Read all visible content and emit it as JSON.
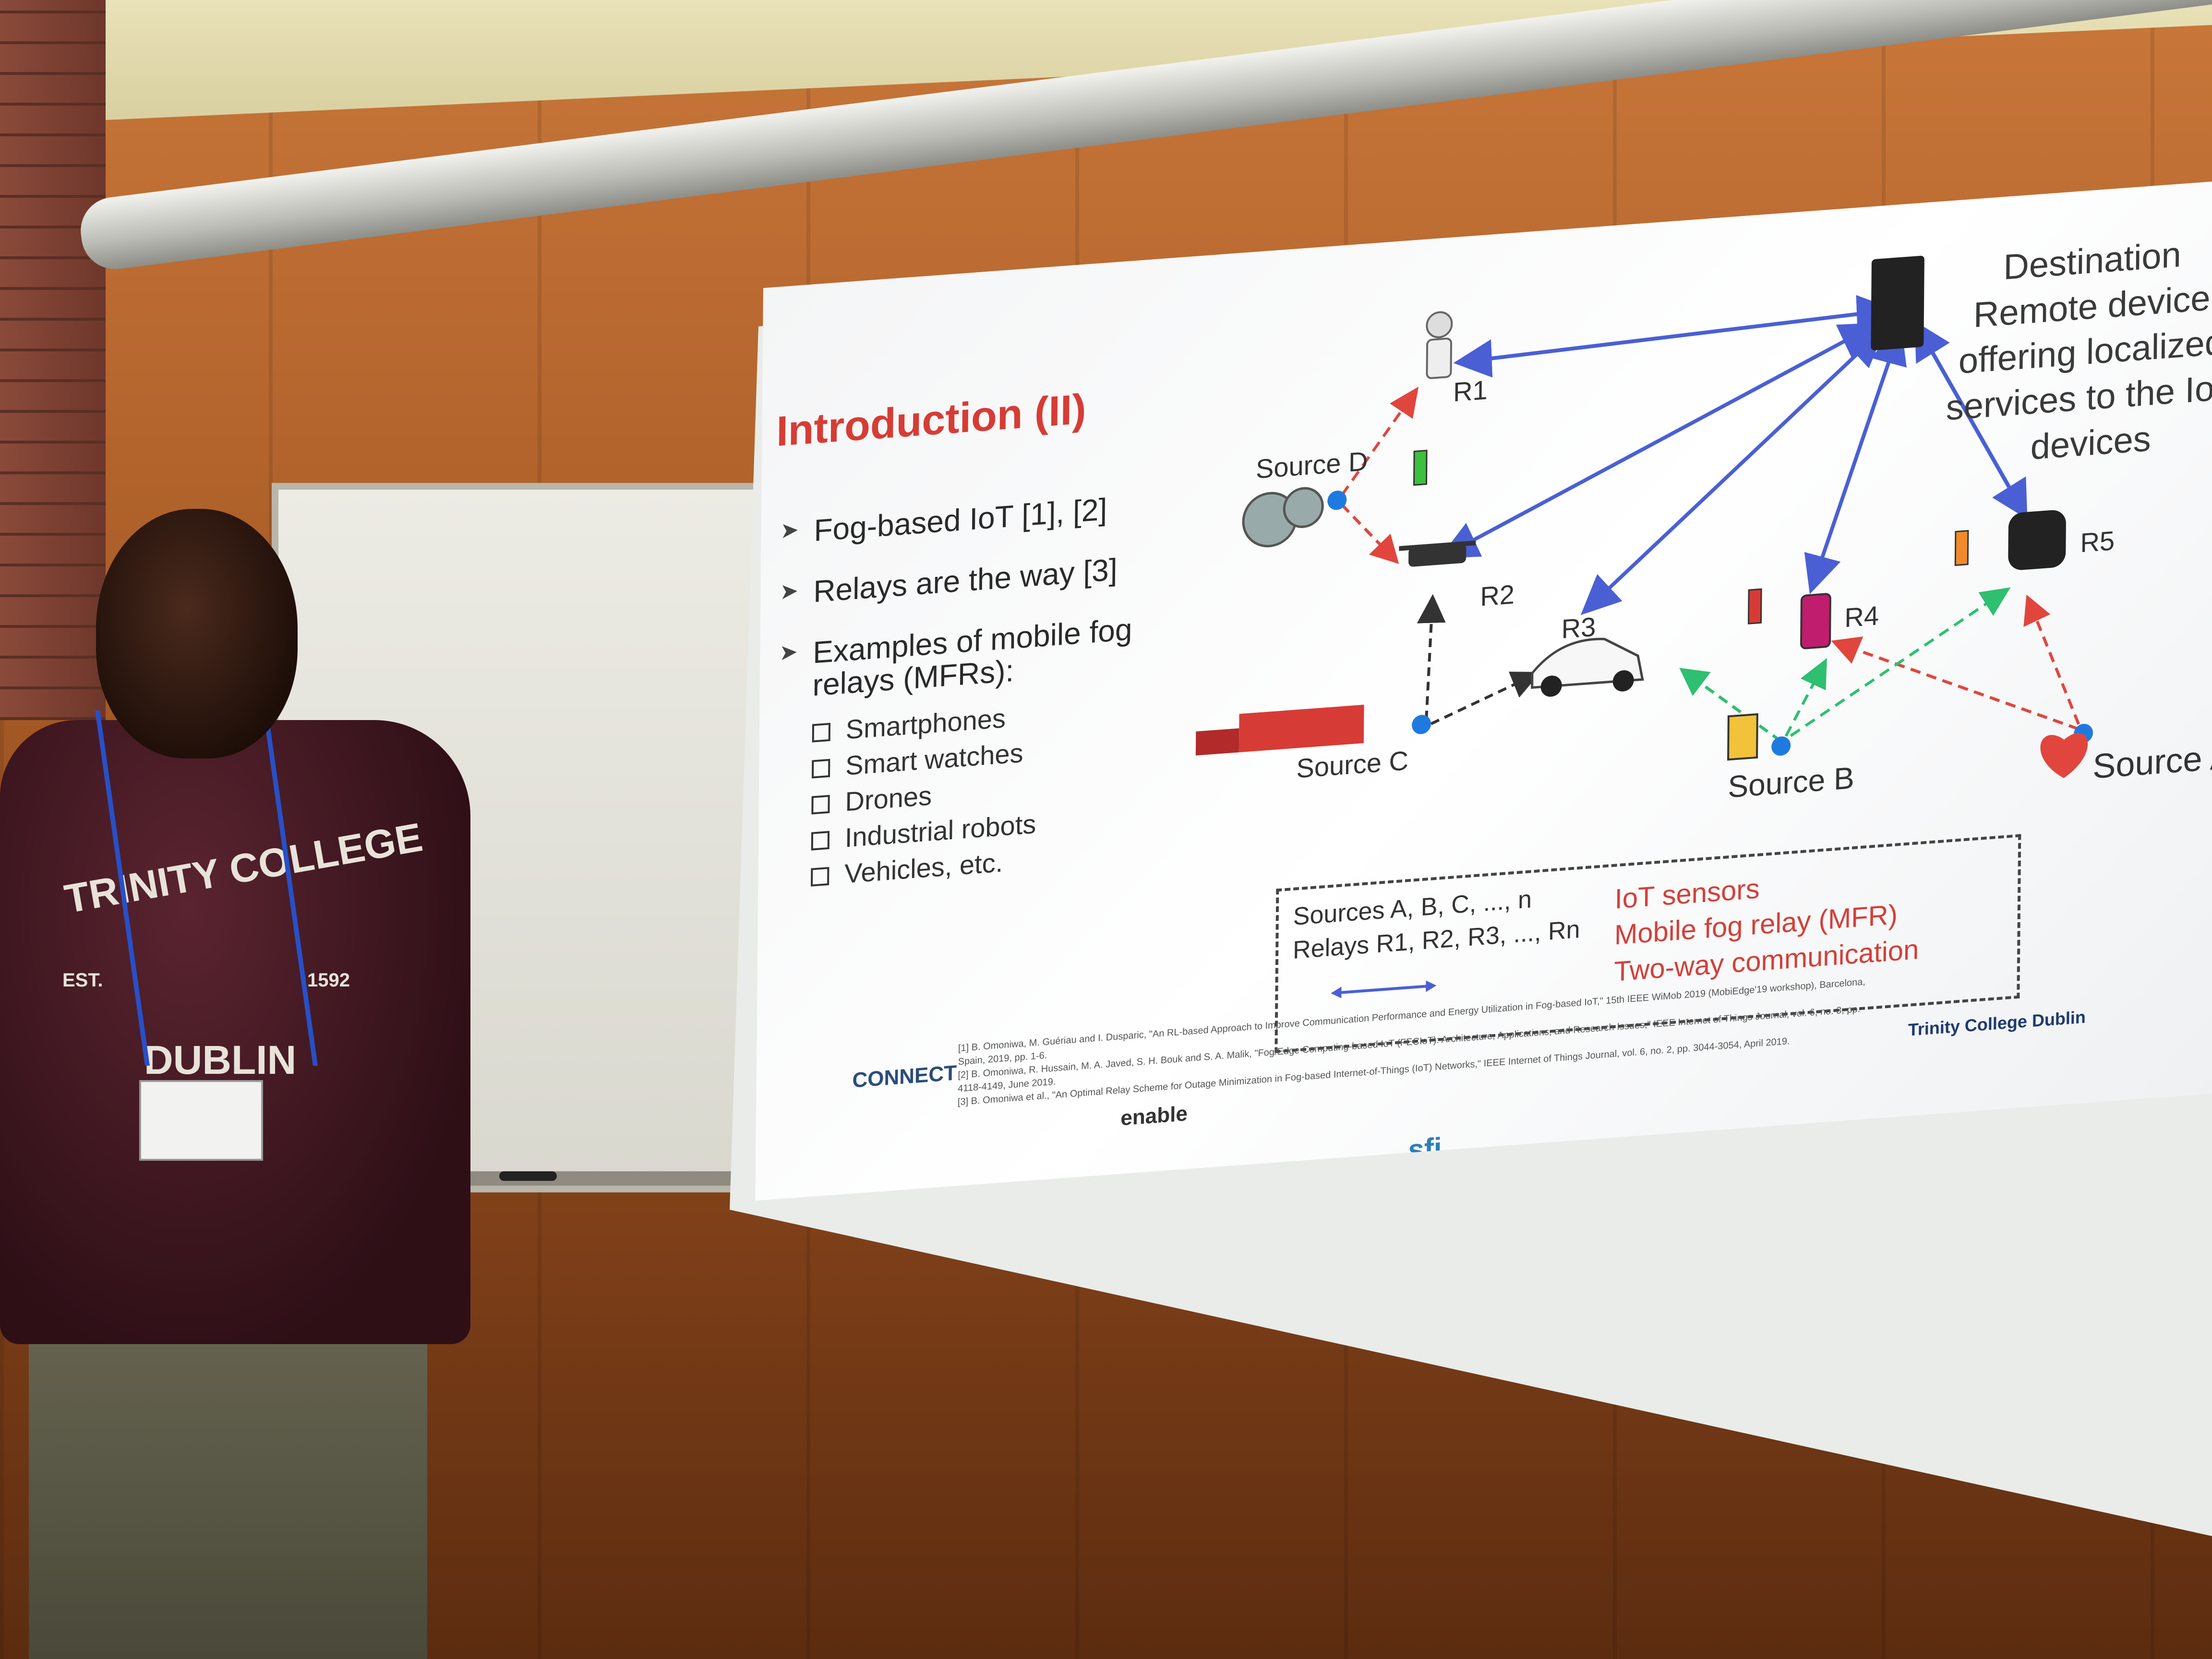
{
  "slide": {
    "title": "Introduction (II)",
    "bullets": [
      "Fog-based IoT [1], [2]",
      "Relays are the way [3]",
      "Examples of mobile fog relays (MFRs):"
    ],
    "subitems": [
      "Smartphones",
      "Smart watches",
      "Drones",
      "Industrial robots",
      "Vehicles, etc."
    ]
  },
  "diagram": {
    "destination_text": "Destination Remote device offering localized services to the IoT devices",
    "relays": [
      "R1",
      "R2",
      "R3",
      "R4",
      "R5"
    ],
    "sources": [
      "Source D",
      "Source C",
      "Source B",
      "Source A"
    ]
  },
  "legend": {
    "sources": "Sources A, B, C, ..., n",
    "relays": "Relays R1, R2, R3, ..., Rn",
    "iot_sensors": "IoT sensors",
    "mfr": "Mobile fog relay (MFR)",
    "two_way": "Two-way communication"
  },
  "references": [
    "[1] B. Omoniwa, M. Guériau and I. Dusparic, \"An RL-based Approach to Improve Communication Performance and Energy Utilization in Fog-based IoT,\" 15th IEEE WiMob 2019 (MobiEdge'19 workshop), Barcelona, Spain, 2019, pp. 1-6.",
    "[2] B. Omoniwa, R. Hussain, M. A. Javed, S. H. Bouk and S. A. Malik, \"Fog/Edge Computing-based IoT (FECIoT): Architecture, Applications, and Research Issues,\" IEEE Internet of Things Journal, vol. 6, no. 3, pp. 4118-4149, June 2019.",
    "[3] B. Omoniwa et al., \"An Optimal Relay Scheme for Outage Minimization in Fog-based Internet-of-Things (IoT) Networks,\" IEEE Internet of Things Journal, vol. 6, no. 2, pp. 3044-3054, April 2019."
  ],
  "logos": {
    "connect": "CONNECT",
    "enable": "enable",
    "sfi": "sfi",
    "tcd": "Trinity College Dublin"
  },
  "shirt": {
    "line1": "TRINITY COLLEGE",
    "est": "EST.",
    "year": "1592",
    "line2": "DUBLIN"
  },
  "colors": {
    "title_red": "#d63c35",
    "arrow_blue": "#4a5fd4",
    "arrow_red": "#e0463e",
    "arrow_green": "#2fbf71",
    "node_blue": "#1f7ae0"
  }
}
